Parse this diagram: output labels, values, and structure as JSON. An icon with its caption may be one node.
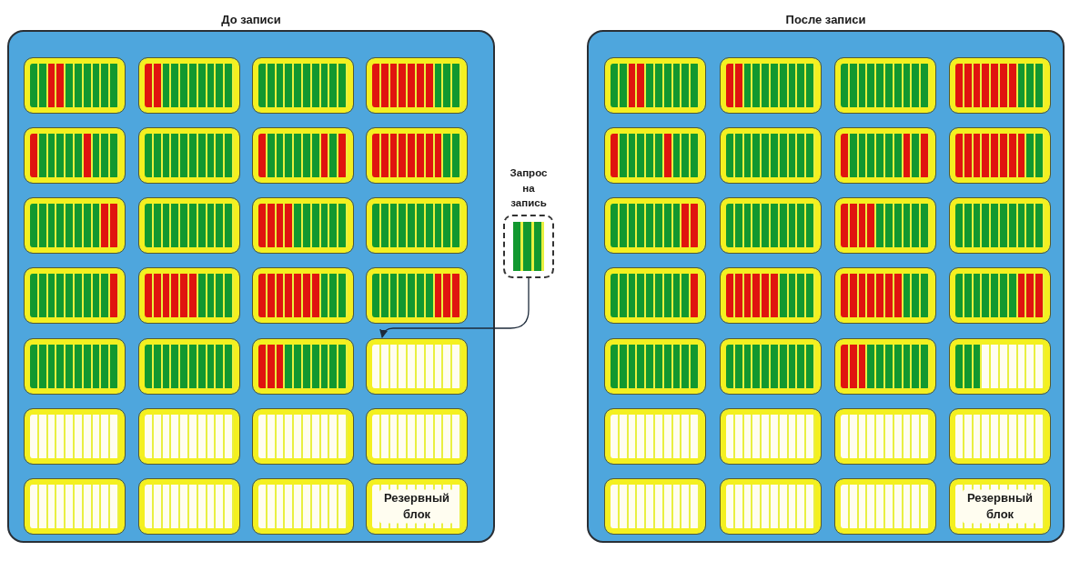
{
  "diagram": {
    "nodes": [
      {
        "text": [
          "До записи"
        ]
      },
      {
        "text": [],
        "shape": "box",
        "in": 0
      },
      {
        "text": [],
        "shape": "box",
        "in": 0
      },
      {
        "text": [],
        "shape": "box",
        "in": 0
      },
      {
        "text": [],
        "shape": "box",
        "in": 0
      },
      {
        "text": [],
        "shape": "box",
        "in": 0
      },
      {
        "text": [],
        "shape": "box",
        "in": 0
      },
      {
        "text": [],
        "shape": "box",
        "in": 0
      },
      {
        "text": [],
        "shape": "box",
        "in": 0
      },
      {
        "text": [],
        "shape": "box",
        "in": 0
      },
      {
        "text": [],
        "shape": "box",
        "in": 0
      },
      {
        "text": [],
        "shape": "box",
        "in": 0
      },
      {
        "text": [],
        "shape": "box",
        "in": 0
      },
      {
        "text": [],
        "shape": "box",
        "in": 0
      },
      {
        "text": [],
        "shape": "box",
        "in": 0
      },
      {
        "text": [],
        "shape": "box",
        "in": 0
      },
      {
        "text": [],
        "shape": "box",
        "in": 0
      },
      {
        "text": [],
        "shape": "box",
        "in": 0
      },
      {
        "text": [],
        "shape": "box",
        "in": 0
      },
      {
        "text": [],
        "shape": "box",
        "in": 0
      },
      {
        "text": [],
        "shape": "box",
        "in": 0
      },
      {
        "text": [],
        "shape": "box",
        "in": 0
      },
      {
        "text": [],
        "shape": "box",
        "in": 0
      },
      {
        "text": [],
        "shape": "box",
        "in": 0
      },
      {
        "text": [],
        "shape": "box",
        "in": 0
      },
      {
        "text": [],
        "shape": "box",
        "in": 0
      },
      {
        "text": [],
        "shape": "box",
        "in": 0
      },
      {
        "text": [],
        "shape": "box",
        "in": 0
      },
      {
        "text": [
          "Резервный блок"
        ],
        "in": 0
      },
      {
        "text": [
          "Запрос на запись"
        ]
      },
      {
        "text": [
          "После записи"
        ]
      },
      {
        "text": [],
        "shape": "box",
        "in": 30
      },
      {
        "text": [],
        "shape": "box",
        "in": 30
      },
      {
        "text": [],
        "shape": "box",
        "in": 30
      },
      {
        "text": [],
        "shape": "box",
        "in": 30
      },
      {
        "text": [],
        "shape": "box",
        "in": 30
      },
      {
        "text": [],
        "shape": "box",
        "in": 30
      },
      {
        "text": [],
        "shape": "box",
        "in": 30
      },
      {
        "text": [],
        "shape": "box",
        "in": 30
      },
      {
        "text": [],
        "shape": "box",
        "in": 30
      },
      {
        "text": [],
        "shape": "box",
        "in": 30
      },
      {
        "text": [],
        "shape": "box",
        "in": 30
      },
      {
        "text": [],
        "shape": "box",
        "in": 30
      },
      {
        "text": [],
        "shape": "box",
        "in": 30
      },
      {
        "text": [],
        "shape": "box",
        "in": 30
      },
      {
        "text": [],
        "shape": "box",
        "in": 30
      },
      {
        "text": [],
        "shape": "box",
        "in": 30
      },
      {
        "text": [],
        "shape": "box",
        "in": 30
      },
      {
        "text": [],
        "shape": "box",
        "in": 30
      },
      {
        "text": [],
        "shape": "box",
        "in": 30
      },
      {
        "text": [],
        "shape": "box",
        "in": 30
      },
      {
        "text": [],
        "shape": "box",
        "in": 30
      },
      {
        "text": [],
        "shape": "box",
        "in": 30
      },
      {
        "text": [],
        "shape": "box",
        "in": 30
      },
      {
        "text": [],
        "shape": "box",
        "in": 30
      },
      {
        "text": [],
        "shape": "box",
        "in": 30
      },
      {
        "text": [],
        "shape": "box",
        "in": 30
      },
      {
        "text": [],
        "shape": "box",
        "in": 30
      },
      {
        "text": [
          "Резервный блок"
        ],
        "in": 30
      }
    ],
    "edges": [
      {
        "from": 29,
        "to": 20,
        "arrow": "to"
      }
    ]
  }
}
